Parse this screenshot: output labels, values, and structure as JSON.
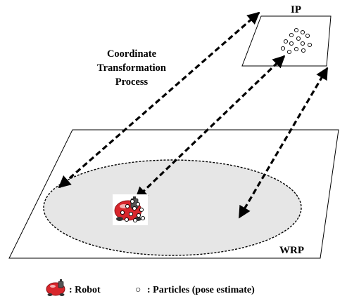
{
  "labels": {
    "ip": "IP",
    "wrp": "WRP",
    "process_line1": "Coordinate",
    "process_line2": "Transformation",
    "process_line3": "Process"
  },
  "legend": {
    "robot": ": Robot",
    "particle_marker": "○",
    "particles": ": Particles (pose estimate)"
  },
  "colors": {
    "ellipse_fill": "#e6e6e6",
    "robot_body": "#d8262c",
    "stroke": "#000000"
  },
  "icons": {
    "robot": "robot-icon",
    "particle": "particle-icon"
  }
}
